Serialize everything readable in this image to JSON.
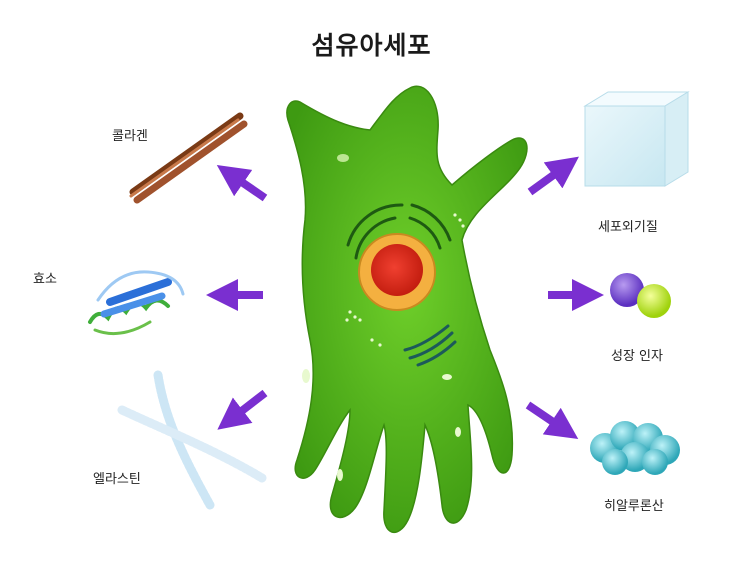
{
  "title": "섬유아세포",
  "products": {
    "collagen": "콜라겐",
    "enzyme": "효소",
    "elastin": "엘라스틴",
    "ecm": "세포외기질",
    "growth_factor": "성장 인자",
    "hyaluronic_acid": "히알루론산"
  },
  "colors": {
    "cell": "#55b21e",
    "arrow": "#7a2fd0",
    "nucleus": "#e0301e",
    "collagen": "#a0522d"
  }
}
